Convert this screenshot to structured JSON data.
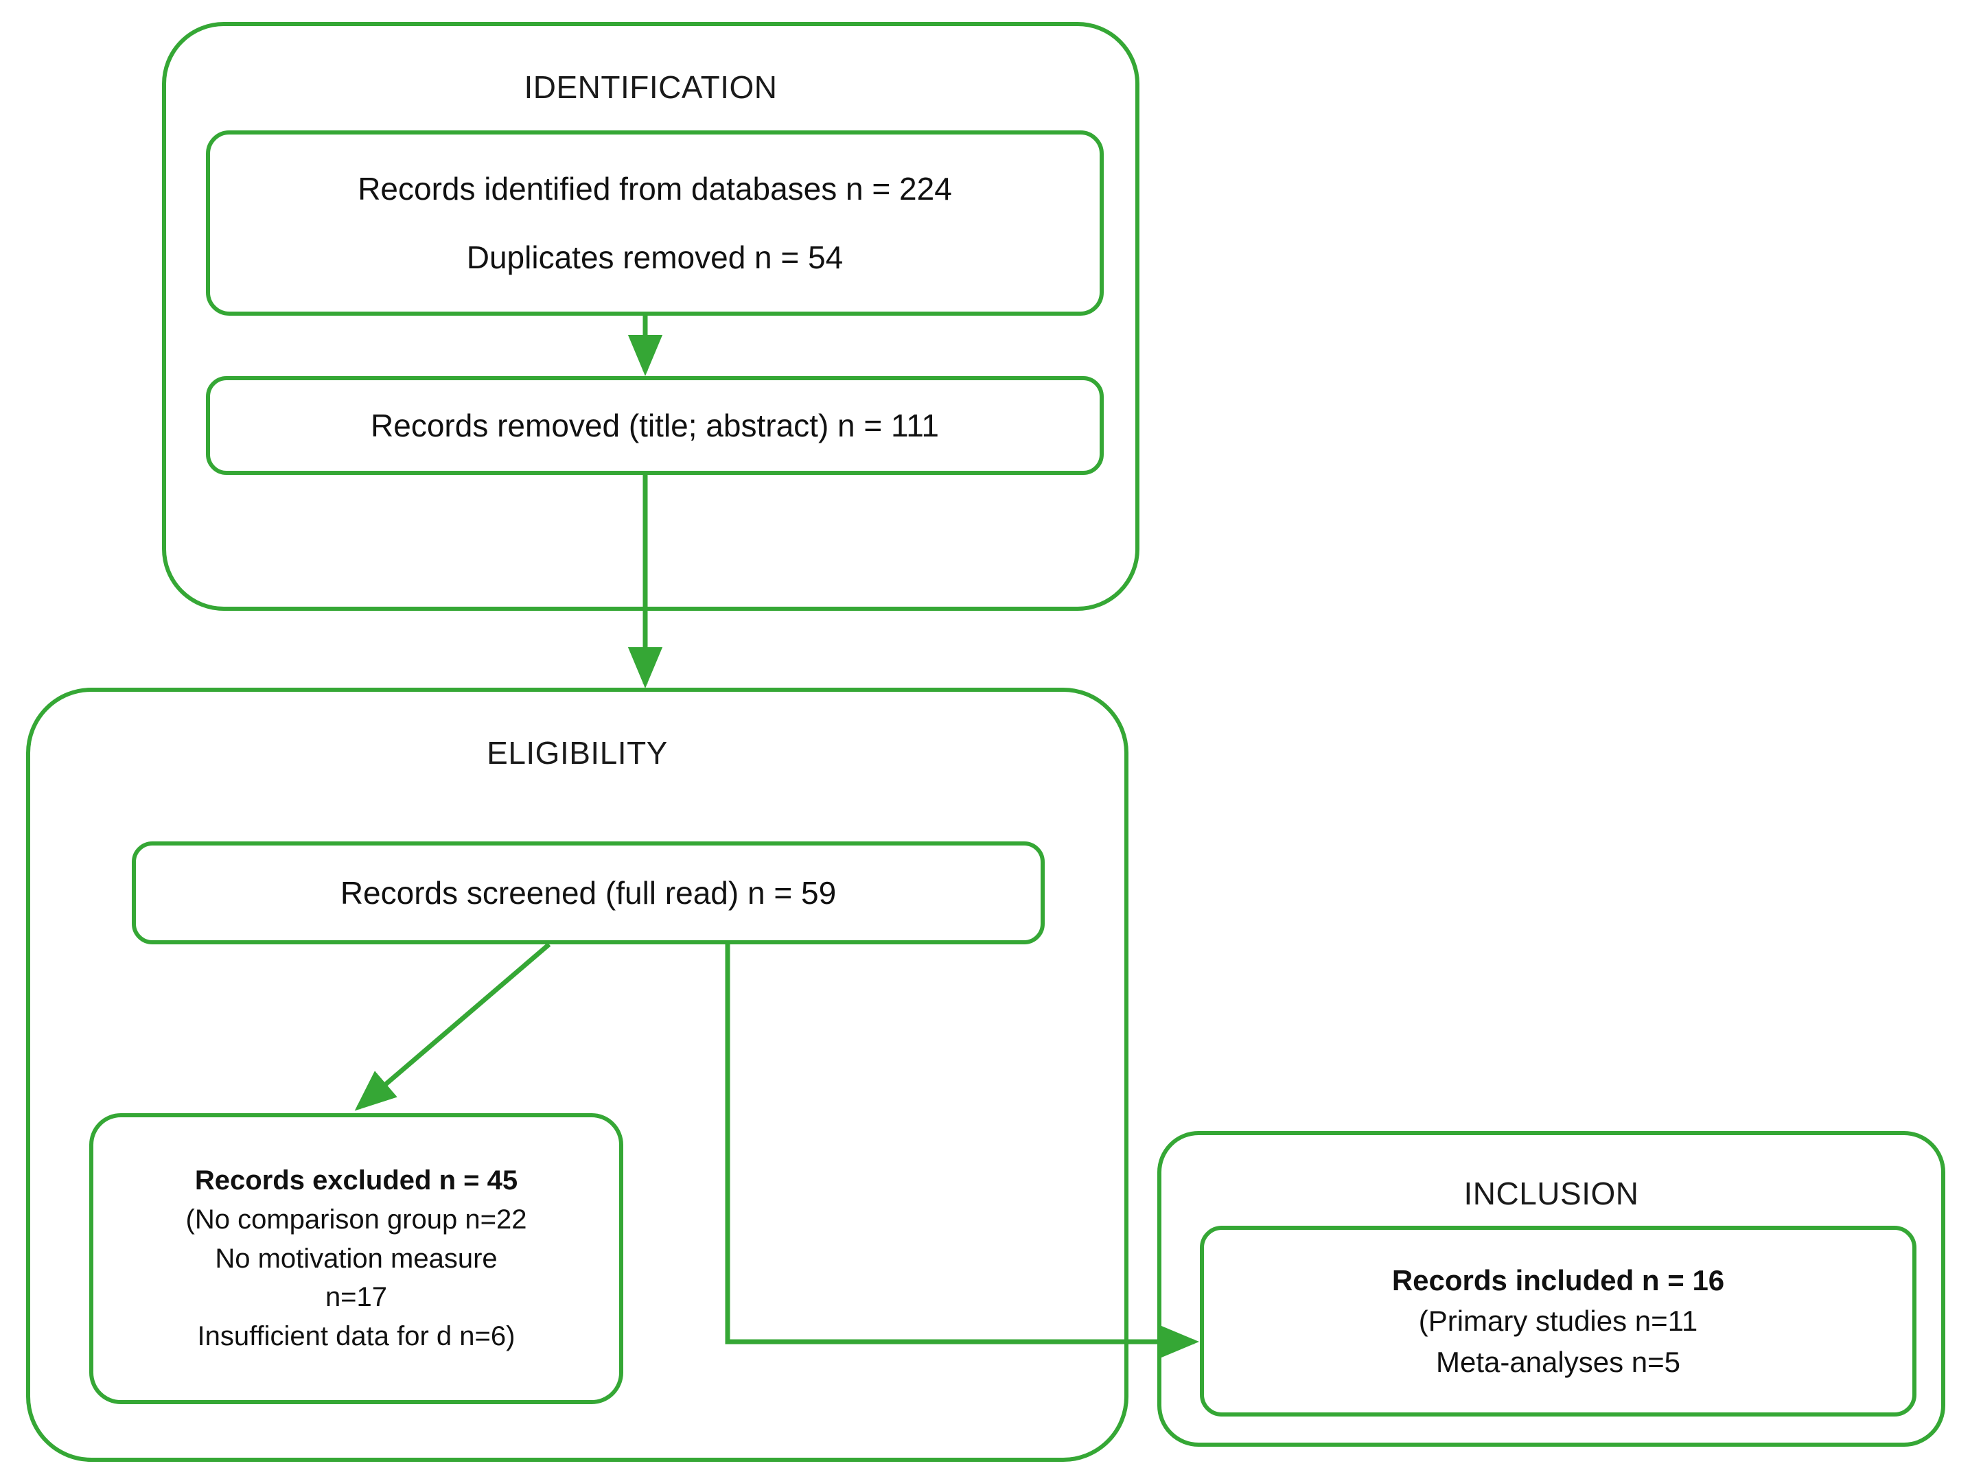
{
  "diagram": {
    "title": "PRISMA flow diagram",
    "accent_color": "#35a735",
    "text_color": "#111111",
    "background": "#ffffff"
  },
  "phases": {
    "identification": {
      "label": "IDENTIFICATION",
      "box_identified": {
        "line1": "Records identified from databases n = 224",
        "line2": "Duplicates removed n = 54"
      },
      "box_removed": {
        "line1": "Records removed (title; abstract) n = 111"
      }
    },
    "eligibility": {
      "label": "ELIGIBILITY",
      "box_screened": {
        "line1": "Records screened (full read) n = 59"
      },
      "box_excluded": {
        "line1": "Records excluded n = 45",
        "line2": "(No comparison group n=22",
        "line3": "No motivation measure",
        "line4": "n=17",
        "line5": "Insufficient data for d n=6)"
      }
    },
    "inclusion": {
      "label": "INCLUSION",
      "box_included": {
        "line1": "Records included n = 16",
        "line2": "(Primary studies n=11",
        "line3": "Meta-analyses n=5"
      }
    }
  },
  "flow_counts": {
    "records_identified": 224,
    "duplicates_removed": 54,
    "records_removed_title_abstract": 111,
    "records_screened_full_read": 59,
    "records_excluded": 45,
    "excluded_no_comparison_group": 22,
    "excluded_no_motivation_measure": 17,
    "excluded_insufficient_data_for_d": 6,
    "records_included": 16,
    "included_primary_studies": 11,
    "included_meta_analyses": 5
  },
  "connectors": [
    {
      "name": "identified-to-removed",
      "kind": "arrow-down"
    },
    {
      "name": "removed-to-eligibility",
      "kind": "arrow-down"
    },
    {
      "name": "screened-to-excluded",
      "kind": "arrow-diagonal"
    },
    {
      "name": "screened-to-included",
      "kind": "arrow-elbow-right"
    }
  ]
}
